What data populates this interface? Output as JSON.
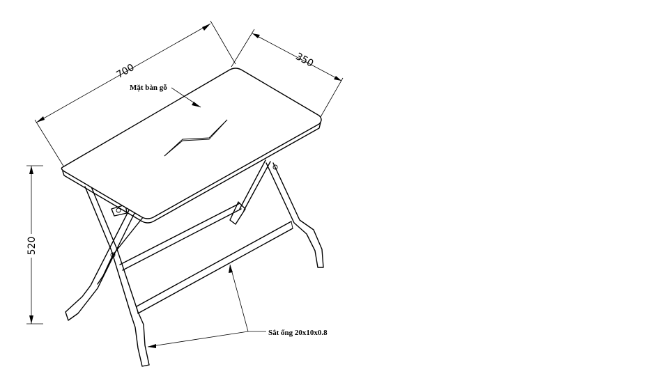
{
  "dimensions": {
    "length": "700",
    "width": "350",
    "height": "520"
  },
  "labels": {
    "tabletop": "Mặt bàn gỗ",
    "frame": "Sắt ống 20x10x0.8"
  },
  "colors": {
    "line": "#000000",
    "background": "#ffffff"
  }
}
